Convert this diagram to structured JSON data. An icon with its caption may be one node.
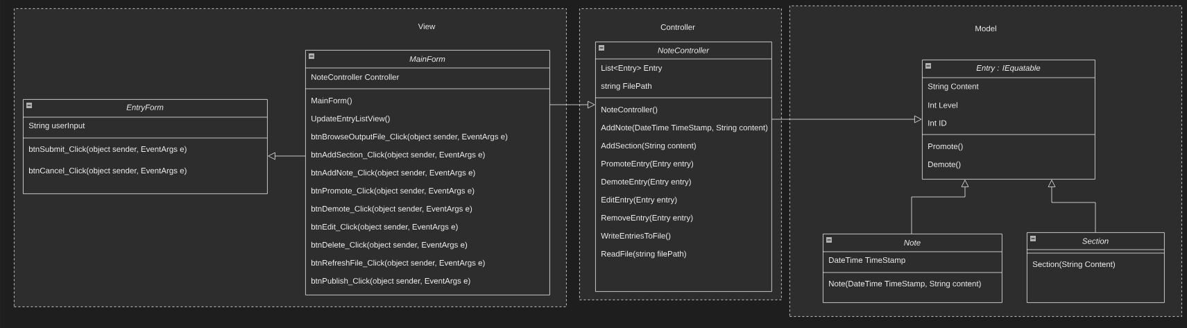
{
  "diagram": {
    "nodes": [
      {
        "text": [
          "View"
        ]
      },
      {
        "text": [
          "EntryForm",
          "String userInput",
          "btnSubmit_Click(object sender, EventArgs e)",
          "btnCancel_Click(object sender, EventArgs e)"
        ],
        "in": 0
      },
      {
        "text": [
          "MainForm",
          "NoteController Controller",
          "MainForm()",
          "UpdateEntryListView()",
          "btnBrowseOutputFile_Click(object sender, EventArgs e)",
          "btnAddSection_Click(object sender, EventArgs e)",
          "btnAddNote_Click(object sender, EventArgs e)",
          "btnPromote_Click(object sender, EventArgs e)",
          "btnDemote_Click(object sender, EventArgs e)",
          "btnEdit_Click(object sender, EventArgs e)",
          "btnDelete_Click(object sender, EventArgs e)",
          "btnRefreshFile_Click(object sender, EventArgs e)",
          "btnPublish_Click(object sender, EventArgs e)"
        ],
        "in": 0
      },
      {
        "text": [
          "Controller"
        ]
      },
      {
        "text": [
          "NoteController",
          "List<Entry> Entry",
          "string FilePath",
          "NoteController()",
          "AddNote(DateTime TimeStamp, String content)",
          "AddSection(String content)",
          "PromoteEntry(Entry entry)",
          "DemoteEntry(Entry entry)",
          "EditEntry(Entry entry)",
          "RemoveEntry(Entry entry)",
          "WriteEntriesToFile()",
          "ReadFile(string filePath)"
        ],
        "in": 3
      },
      {
        "text": [
          "Model"
        ]
      },
      {
        "text": [
          "Entry : IEquatable",
          "String Content",
          "Int Level",
          "Int ID",
          "Promote()",
          "Demote()"
        ],
        "in": 5
      },
      {
        "text": [
          "Note",
          "DateTime TimeStamp",
          "Note(DateTime TimeStamp, String content)"
        ],
        "in": 5
      },
      {
        "text": [
          "Section",
          "Section(String Content)"
        ],
        "in": 5
      }
    ],
    "edges": [
      {
        "from": 2,
        "to": 1,
        "arrow": "to"
      },
      {
        "from": 2,
        "to": 4,
        "arrow": "to"
      },
      {
        "from": 4,
        "to": 6,
        "arrow": "to"
      },
      {
        "from": 7,
        "to": 6,
        "arrow": "to"
      },
      {
        "from": 8,
        "to": 6,
        "arrow": "to"
      }
    ]
  }
}
